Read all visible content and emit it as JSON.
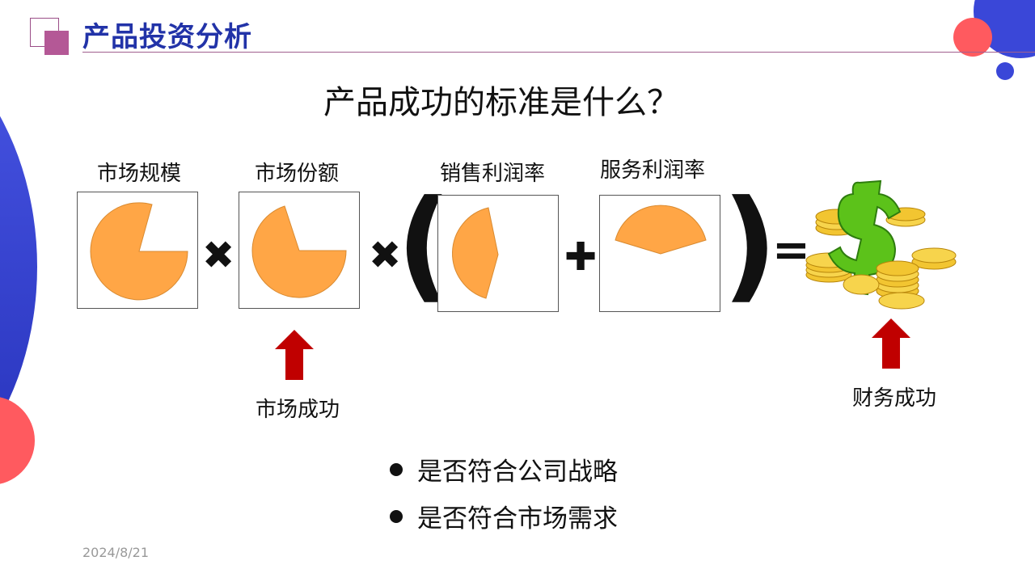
{
  "header": {
    "title": "产品投资分析"
  },
  "heading": "产品成功的标准是什么？",
  "formula": {
    "factors": [
      {
        "label": "市场规模"
      },
      {
        "label": "市场份额"
      },
      {
        "label": "销售利润率"
      },
      {
        "label": "服务利润率"
      }
    ],
    "operators": {
      "times": "✖",
      "plus": "✚",
      "equals": "=",
      "open_paren": "(",
      "close_paren": ")"
    },
    "result_icon": "dollar-coins-icon"
  },
  "indicators": [
    {
      "label": "市场成功"
    },
    {
      "label": "财务成功"
    }
  ],
  "bullets": [
    "是否符合公司战略",
    "是否符合市场需求"
  ],
  "footer": {
    "date": "2024/8/21"
  },
  "colors": {
    "accent_blue": "#2233a8",
    "pie_orange": "#ffa646",
    "arrow_red": "#c00000",
    "decor_red": "#ff5a5f",
    "dollar_green": "#5cc21a",
    "coin_gold": "#f2c531"
  }
}
